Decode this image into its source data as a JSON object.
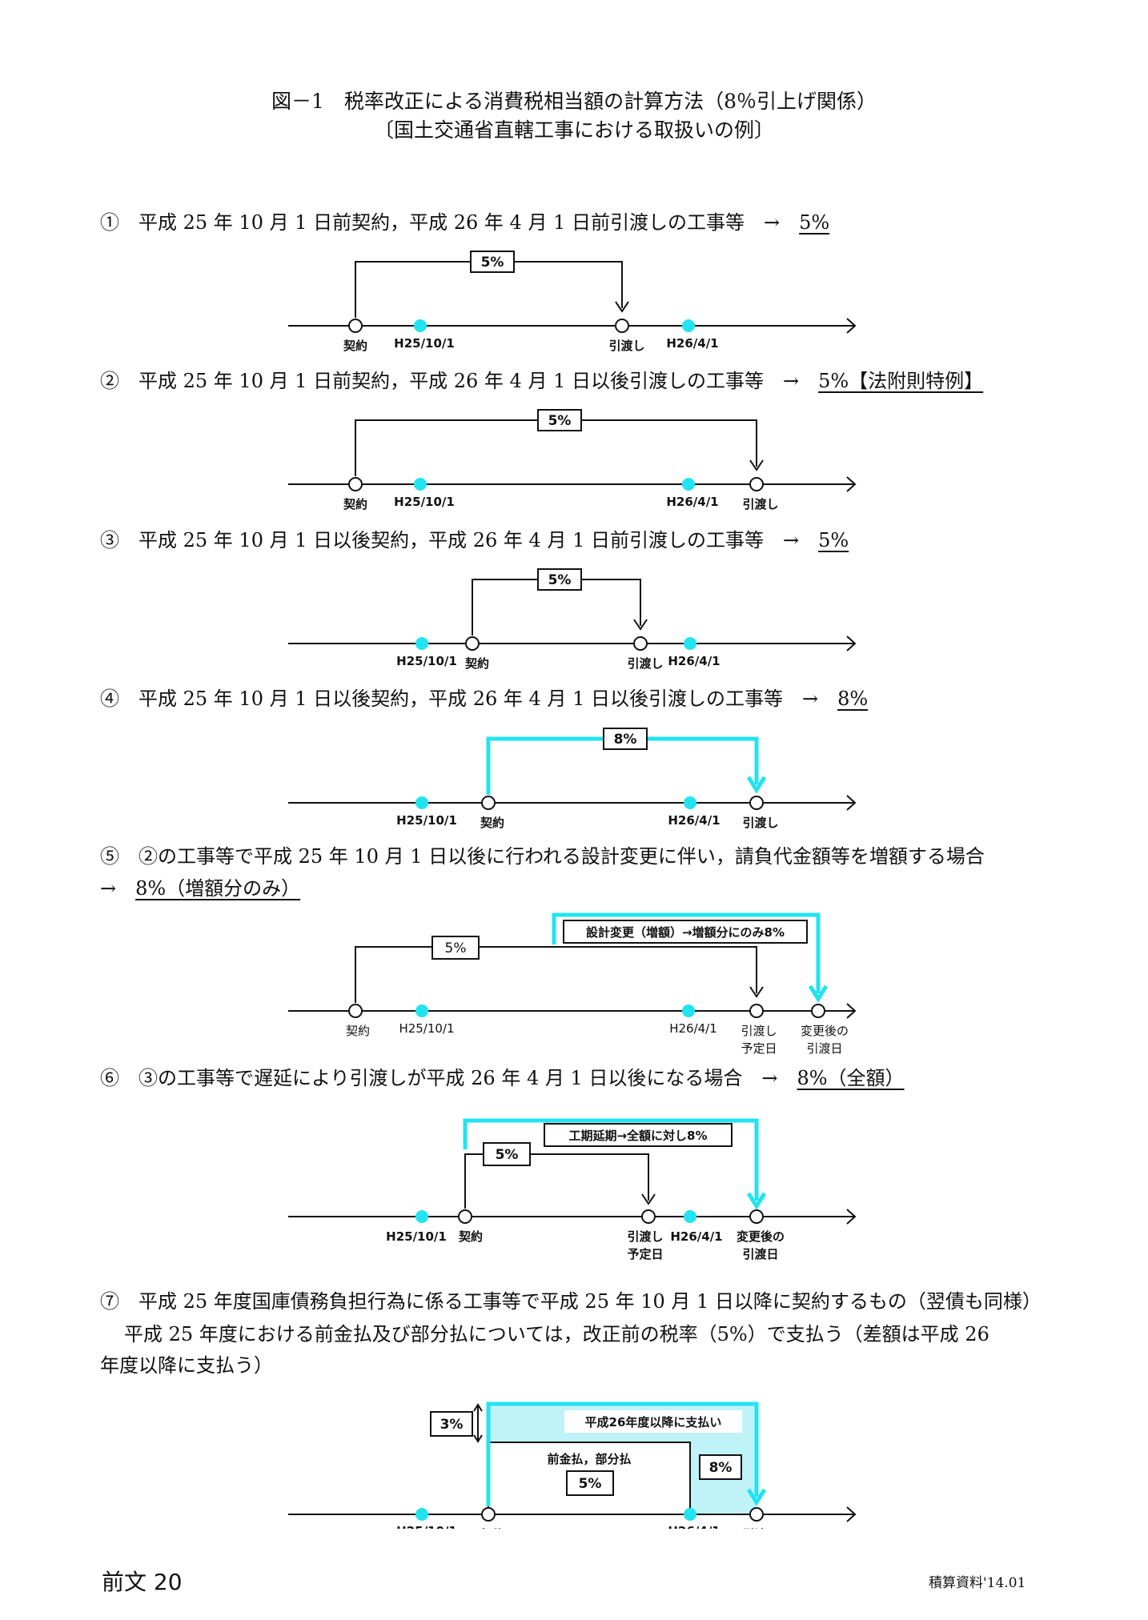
{
  "title": {
    "line1": "図－1　税率改正による消費税相当額の計算方法（8％引上げ関係）",
    "line2": "〔国土交通省直轄工事における取扱いの例〕"
  },
  "colors": {
    "accent": "#22e4f0",
    "line": "#111111",
    "fill": "#bff3f8"
  },
  "labels": {
    "keiyaku": "契約",
    "h2510": "H25/10/1",
    "h2604": "H26/4/1",
    "hikiwatashi": "引渡し",
    "yotei": "予定日",
    "henkougo": "変更後の",
    "hikiwatashibi": "引渡日",
    "yoteibi_a": "引渡し",
    "yoteibi_b": "予定日"
  },
  "cases": [
    {
      "no": "①",
      "text": "平成 25 年 10 月 1 日前契約，平成 26 年 4 月 1 日前引渡しの工事等　→　",
      "result": "5%",
      "box": "5%"
    },
    {
      "no": "②",
      "text": "平成 25 年 10 月 1 日前契約，平成 26 年 4 月 1 日以後引渡しの工事等　→　",
      "result": "5%【法附則特例】",
      "box": "5%"
    },
    {
      "no": "③",
      "text": "平成 25 年 10 月 1 日以後契約，平成 26 年 4 月 1 日前引渡しの工事等　→　",
      "result": "5%",
      "box": "5%"
    },
    {
      "no": "④",
      "text": "平成 25 年 10 月 1 日以後契約，平成 26 年 4 月 1 日以後引渡しの工事等　→　",
      "result": "8%",
      "box": "8%"
    },
    {
      "no": "⑤",
      "text": "②の工事等で平成 25 年 10 月 1 日以後に行われる設計変更に伴い，請負代金額等を増額する場合",
      "line2_prefix": "→　",
      "result": "8%（増額分のみ）",
      "box": "5%",
      "note": "設計変更（増額）→増額分にのみ8%"
    },
    {
      "no": "⑥",
      "text": "③の工事等で遅延により引渡しが平成 26 年 4 月 1 日以後になる場合　→　",
      "result": "8%（全額）",
      "box": "5%",
      "note": "工期延期→全額に対し8%"
    },
    {
      "no": "⑦",
      "text": "平成 25 年度国庫債務負担行為に係る工事等で平成 25 年 10 月 1 日以降に契約するもの（翌債も同様）",
      "para1": "平成 25 年度における前金払及び部分払については，改正前の税率（5%）で支払う（差額は平成 26",
      "para2": "年度以降に支払う）",
      "box3": "3%",
      "box5": "5%",
      "box8": "8%",
      "note": "平成26年度以降に支払い",
      "sub": "前金払，部分払"
    }
  ],
  "footer": {
    "left": "前文 20",
    "right": "積算資料'14.01"
  }
}
